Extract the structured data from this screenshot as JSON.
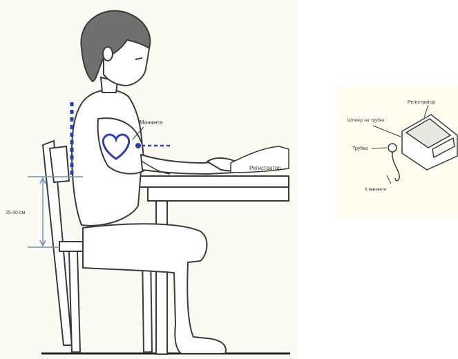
{
  "labels": {
    "cuff": "Манжета",
    "register_main": "Регистратор",
    "height_range": "25-30 см",
    "register_inset": "Регистратор",
    "air_plug": "Штекер на трубке",
    "tube": "Трубка",
    "to_cuff": "К манжете"
  },
  "colors": {
    "background_main": "#fbfbf3",
    "background_inset": "#fdfcee",
    "accent": "#2a3fb2",
    "line": "#3a3a3a",
    "measure": "#6b8fc4"
  },
  "icons": {
    "heart": "heart-icon"
  }
}
